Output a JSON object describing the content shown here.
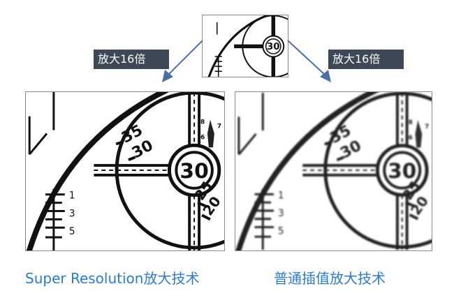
{
  "labels": {
    "left_tag": "放大16倍",
    "right_tag": "放大16倍"
  },
  "captions": {
    "left": "Super Resolution放大技术",
    "right": "普通插值放大技术"
  },
  "chart": {
    "speed_center": "30",
    "speed_upper_1": "35",
    "speed_upper_2": "30",
    "speed_lower_1": "25",
    "speed_lower_2": "20",
    "scale_1": "1",
    "scale_3": "3",
    "scale_5": "5",
    "small_6": "6",
    "small_7": "7",
    "small_8": "8"
  },
  "colors": {
    "caption": "#2e7bc9",
    "tag_bg": "#3d4756",
    "arrow": "#4a6fa5"
  }
}
